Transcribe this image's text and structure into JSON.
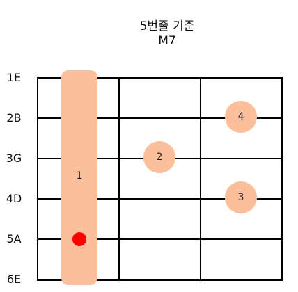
{
  "title_line1": "5번줄 기준",
  "title_line2": "M7",
  "strings": [
    "1E",
    "2B",
    "3G",
    "4D",
    "5A",
    "6E"
  ],
  "barre": {
    "finger": "1",
    "fret": 1,
    "color": "#fbbf9b"
  },
  "fingers": [
    {
      "finger": "2",
      "string": "3G",
      "fret": 2
    },
    {
      "finger": "4",
      "string": "2B",
      "fret": 3
    },
    {
      "finger": "3",
      "string": "4D",
      "fret": 3
    }
  ],
  "root_note": {
    "string": "5A",
    "fret": 1,
    "color": "#ff0000"
  },
  "fret_count": 3
}
